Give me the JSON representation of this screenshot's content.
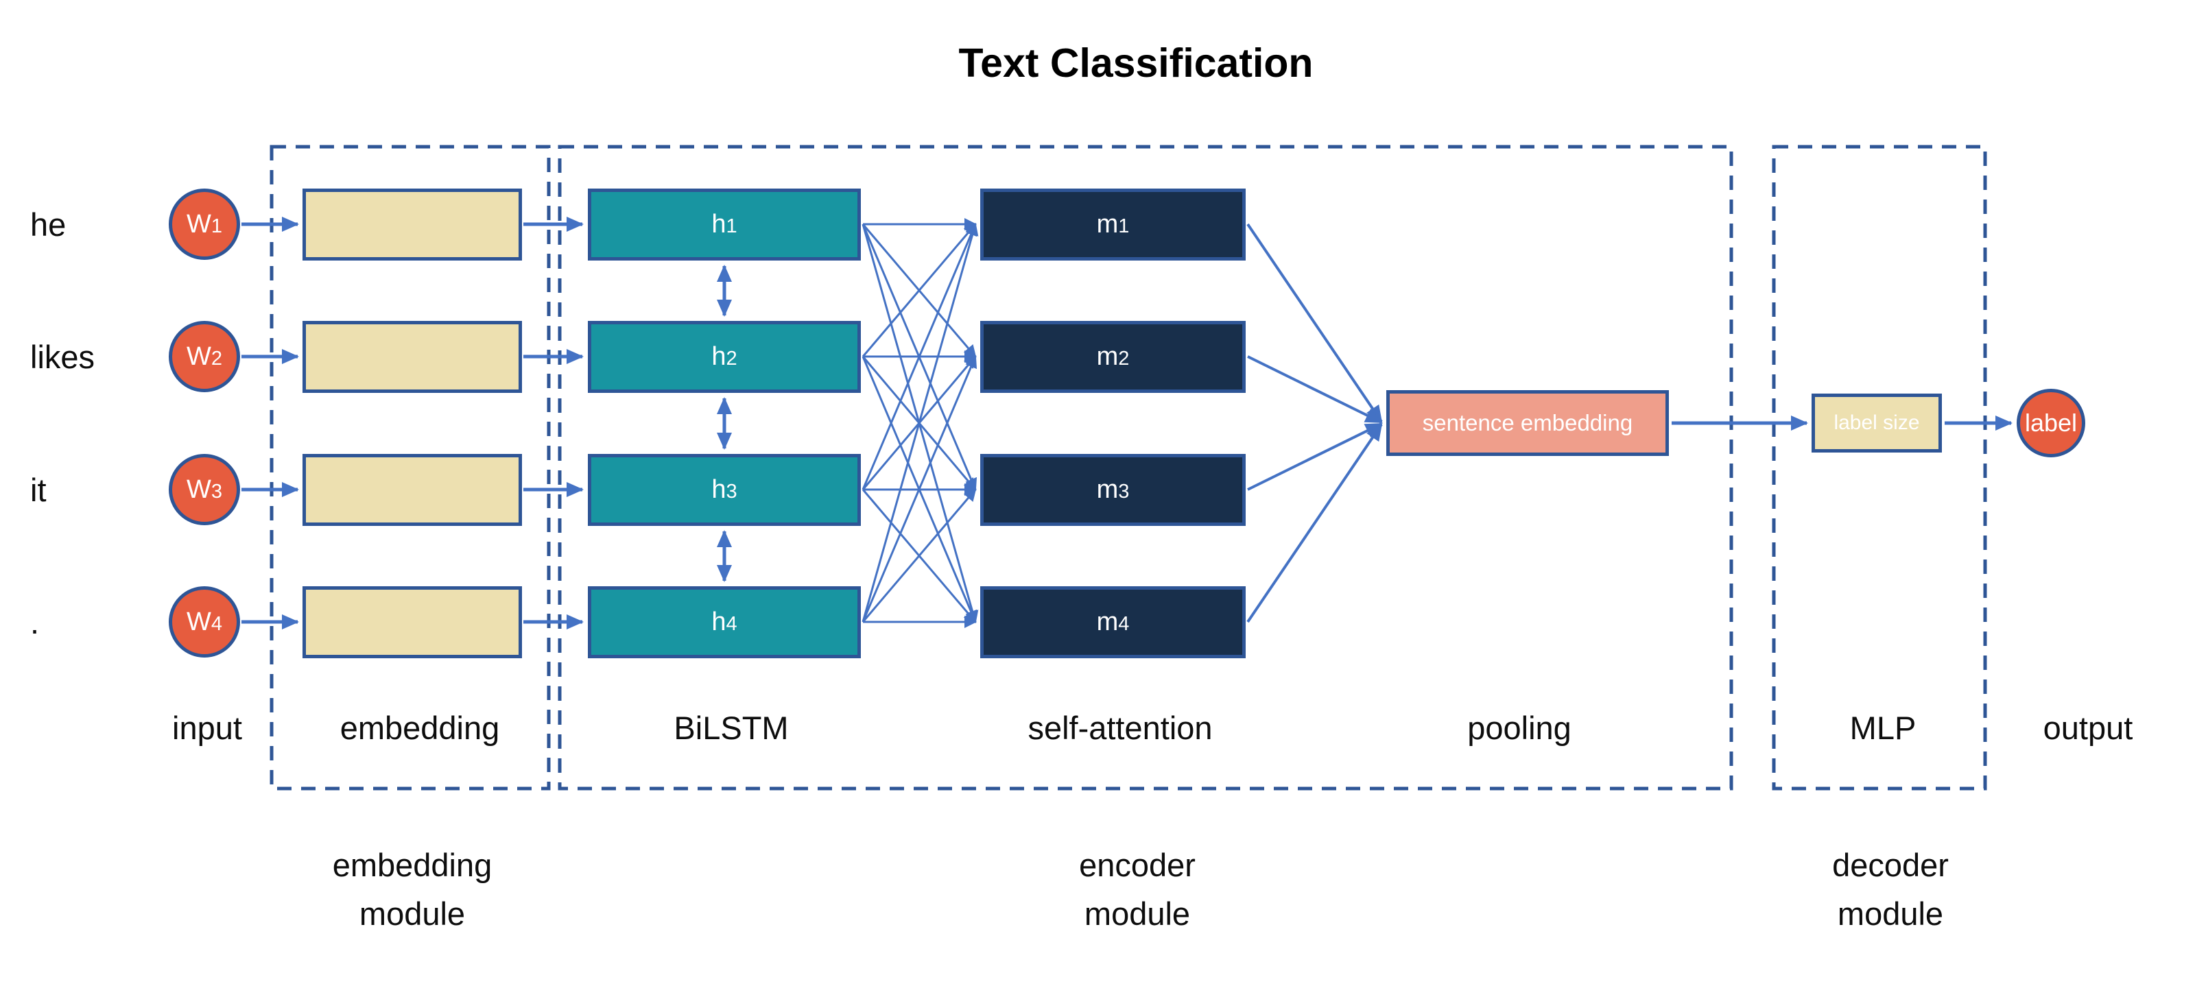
{
  "title": "Text Classification",
  "rows": [
    {
      "word": "he",
      "input": {
        "base": "W",
        "sub": "1"
      },
      "hidden": {
        "base": "h",
        "sub": "1"
      },
      "attention": {
        "base": "m",
        "sub": "1"
      }
    },
    {
      "word": "likes",
      "input": {
        "base": "W",
        "sub": "2"
      },
      "hidden": {
        "base": "h",
        "sub": "2"
      },
      "attention": {
        "base": "m",
        "sub": "2"
      }
    },
    {
      "word": "it",
      "input": {
        "base": "W",
        "sub": "3"
      },
      "hidden": {
        "base": "h",
        "sub": "3"
      },
      "attention": {
        "base": "m",
        "sub": "3"
      }
    },
    {
      "word": ".",
      "input": {
        "base": "W",
        "sub": "4"
      },
      "hidden": {
        "base": "h",
        "sub": "4"
      },
      "attention": {
        "base": "m",
        "sub": "4"
      }
    }
  ],
  "pooling_box_label": "sentence embedding",
  "decoder_box_label": "label size",
  "output_label": "label",
  "stage_labels": [
    "input",
    "embedding",
    "BiLSTM",
    "self-attention",
    "pooling",
    "MLP",
    "output"
  ],
  "module_captions": [
    {
      "line1": "embedding",
      "line2": "module"
    },
    {
      "line1": "encoder",
      "line2": "module"
    },
    {
      "line1": "decoder",
      "line2": "module"
    }
  ],
  "colors": {
    "node_red": "#E65C3E",
    "box_border_navy": "#2E5596",
    "arrow_blue": "#4472C4",
    "bilstm_teal": "#1895A1",
    "attention_navy": "#182F4B",
    "embedding_tan": "#EDE0B0",
    "pooling_salmon": "#EF9E8B"
  }
}
